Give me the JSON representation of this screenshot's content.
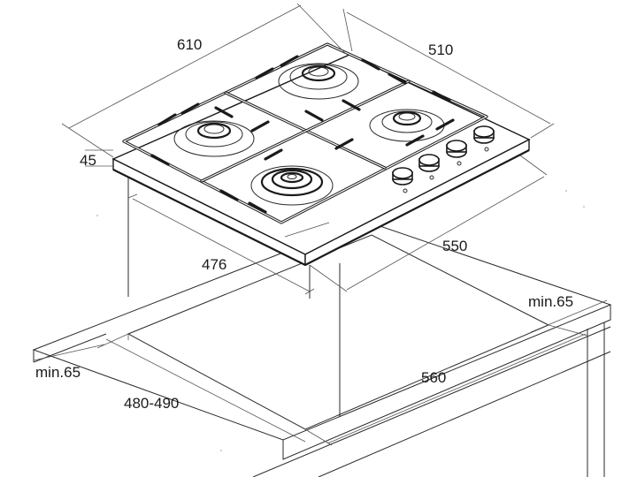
{
  "dimensions": {
    "width_top": "610",
    "depth_top": "510",
    "height": "45",
    "cutout_depth_body": "476",
    "cutout_width_body": "550",
    "clearance_right": "min.65",
    "clearance_left": "min.65",
    "cutout_width": "560",
    "cutout_depth": "480-490"
  }
}
